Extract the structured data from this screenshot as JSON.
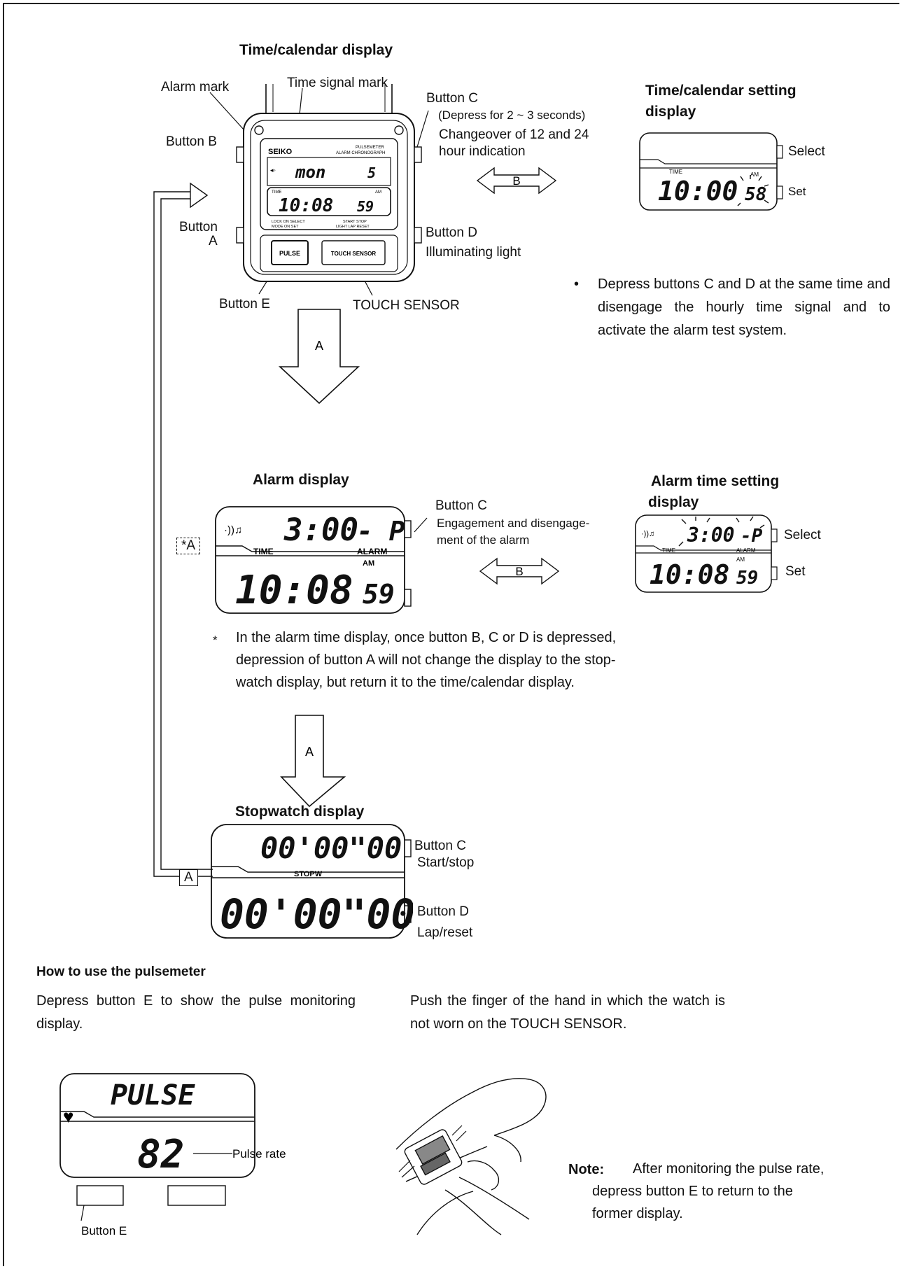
{
  "time_calendar": {
    "title": "Time/calendar display",
    "alarm_mark": "Alarm mark",
    "time_signal_mark": "Time signal mark",
    "button_b": "Button B",
    "button_a_line1": "Button",
    "button_a_line2": "A",
    "button_c_title": "Button C",
    "button_c_line2": "(Depress for 2 ~ 3 seconds)",
    "button_c_line3": "Changeover of 12 and 24",
    "button_c_line4": "hour indication",
    "button_d_title": "Button D",
    "button_d_line2": "Illuminating light",
    "button_e": "Button E",
    "touch_sensor": "TOUCH SENSOR",
    "watch": {
      "brand": "SEIKO",
      "top_right": "PULSEMETER",
      "sub": "ALARM CHRONOGRAPH",
      "day": "mon",
      "date": "5",
      "time_tag": "TIME",
      "ampm": "AM",
      "time": "10:08",
      "seconds": "59",
      "bottom_left_1": "LOCK ON SELECT",
      "bottom_left_2": "MODE ON SET",
      "bottom_right_1": "START STOP",
      "bottom_right_2": "LIGHT LAP RESET",
      "pulse_btn": "PULSE",
      "touch_btn": "TOUCH SENSOR"
    }
  },
  "time_setting": {
    "title_line1": "Time/calendar setting",
    "title_line2": "display",
    "select": "Select",
    "set": "Set",
    "time_tag": "TIME",
    "ampm": "AM",
    "time": "10:00",
    "seconds": "58"
  },
  "arrow_b_1": "B",
  "bullet_note": "Depress buttons C and D at the same time and disengage the hourly time signal and to activate the alarm test system.",
  "arrow_a_1": "A",
  "alarm": {
    "title": "Alarm display",
    "button_c_title": "Button C",
    "button_c_line2": "Engagement and disengage-",
    "button_c_line3": "ment of the alarm",
    "alarm_time": "3:00",
    "alarm_suffix": "- P",
    "time_tag": "TIME",
    "alarm_tag": "ALARM",
    "ampm": "AM",
    "time": "10:08",
    "seconds": "59"
  },
  "arrow_b_2": "B",
  "alarm_setting": {
    "title_line1": "Alarm time setting",
    "title_line2": "display",
    "select": "Select",
    "set": "Set",
    "alarm_time": "3:00",
    "alarm_suffix": "-P",
    "time_tag": "TIME",
    "alarm_tag": "ALARM",
    "ampm": "AM",
    "time": "10:08",
    "seconds": "59"
  },
  "star_a": "*A",
  "star_note": {
    "mark": "*",
    "line1": "In the alarm time display, once button B, C  or D is depressed,",
    "line2": "depression of button A will not change the display to the stop-",
    "line3": "watch display, but return it to the time/calendar display."
  },
  "arrow_a_2": "A",
  "stopwatch": {
    "title": "Stopwatch display",
    "top_value": "00'00\"00",
    "tag": "STOPW",
    "bottom_value": "00'00\"00",
    "button_c_title": "Button C",
    "button_c_line2": "Start/stop",
    "button_d_title": "Button D",
    "button_d_line2": "Lap/reset"
  },
  "return_a": "A",
  "pulsemeter": {
    "heading": "How to use the pulsemeter",
    "para_left": "Depress button E to show the pulse monitoring display.",
    "para_right": "Push the finger of the hand in which the watch is not worn on the TOUCH SENSOR.",
    "display_word": "PULSE",
    "rate_value": "82",
    "pulse_rate": "Pulse rate",
    "button_e": "Button E",
    "note_label": "Note:",
    "note_line1": "After monitoring the pulse rate,",
    "note_line2": "depress button E to return to the",
    "note_line3": "former display."
  }
}
